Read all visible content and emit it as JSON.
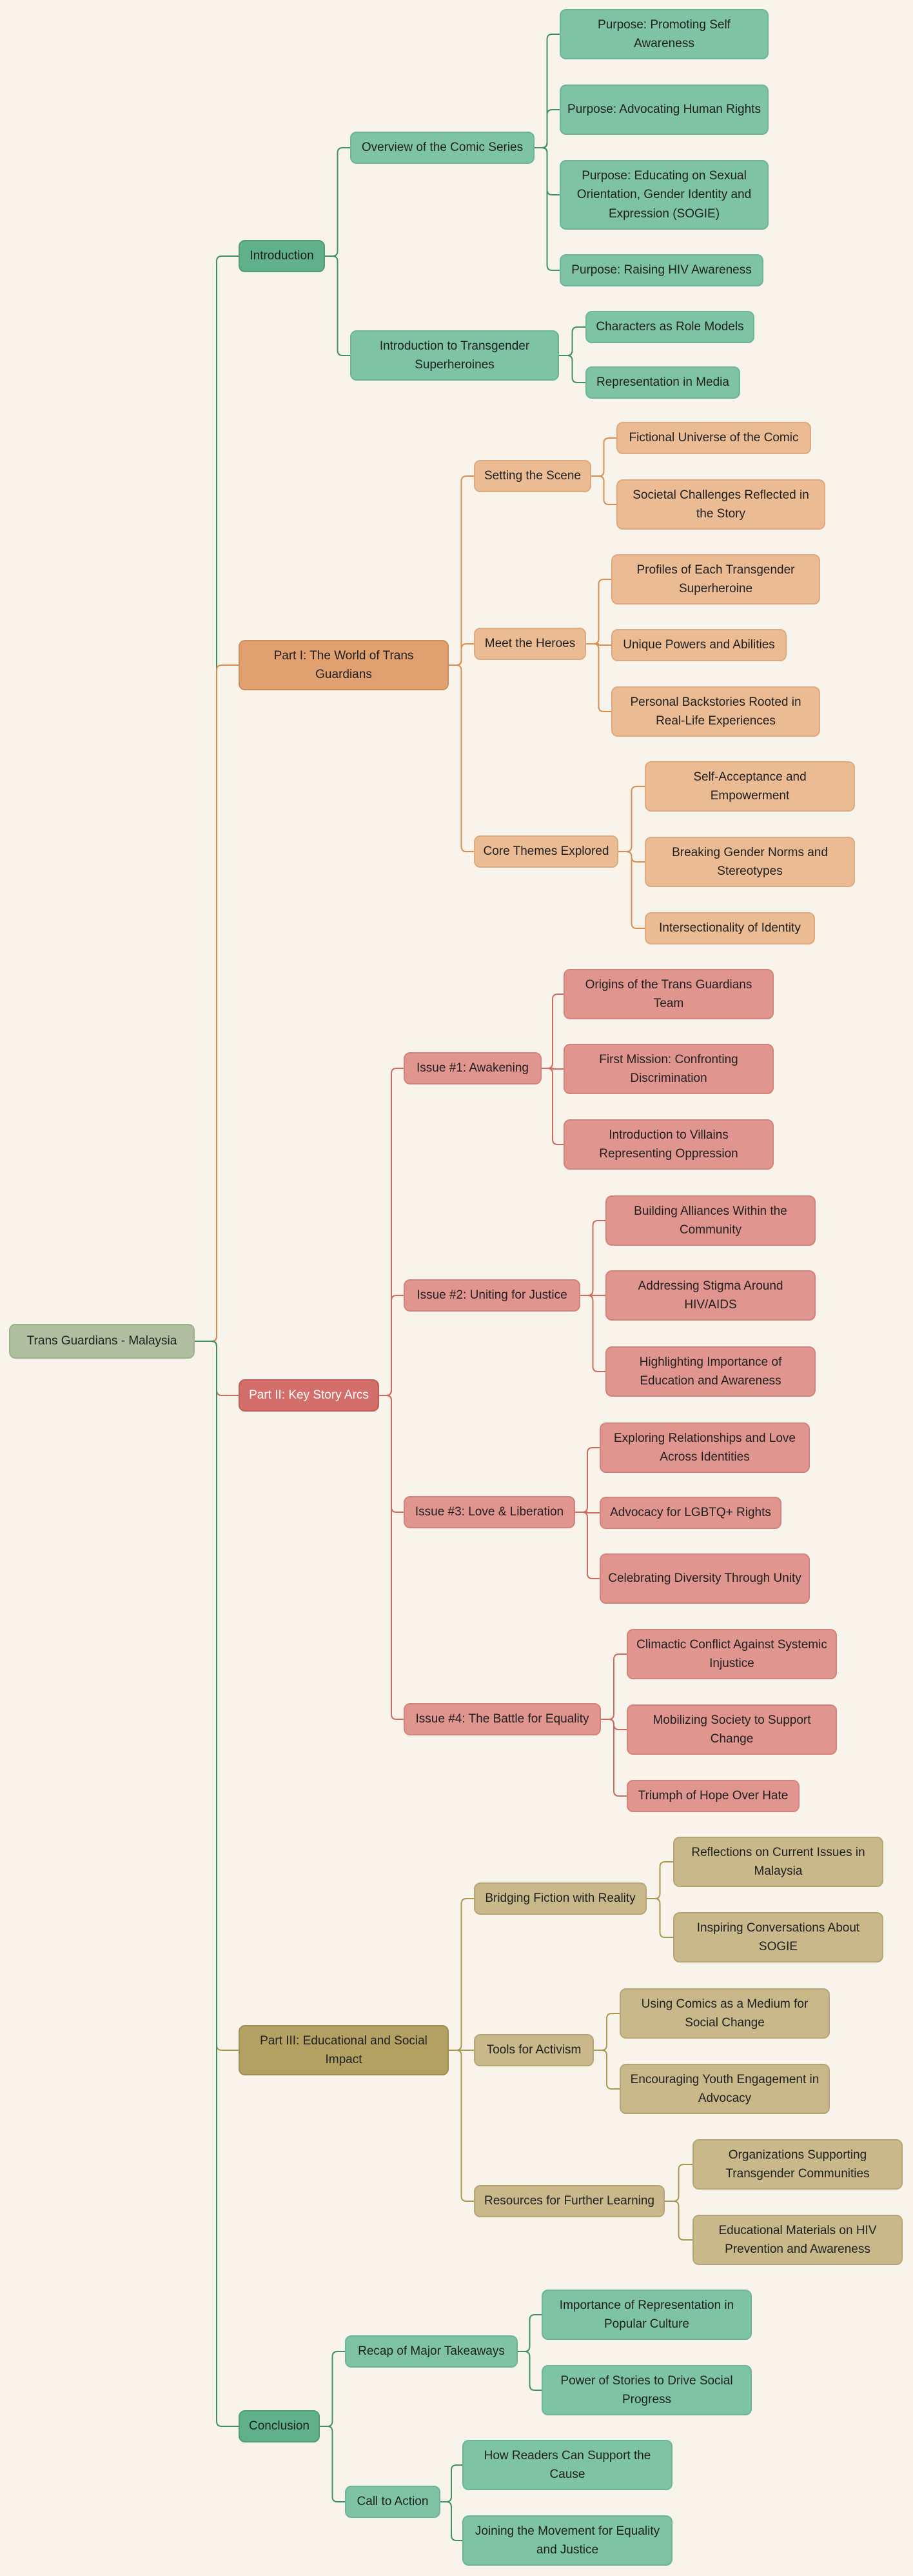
{
  "root": "Trans Guardians - Malaysia",
  "branches": [
    {
      "label": "Introduction",
      "color": "#3f8f67",
      "children": [
        {
          "label": "Overview of the Comic Series",
          "children": [
            "Purpose: Promoting Self Awareness",
            "Purpose: Advocating Human Rights",
            "Purpose: Educating on Sexual Orientation, Gender Identity and Expression (SOGIE)",
            "Purpose: Raising HIV Awareness"
          ]
        },
        {
          "label": "Introduction to Transgender Superheroines",
          "children": [
            "Characters as Role Models",
            "Representation in Media"
          ]
        }
      ]
    },
    {
      "label": "Part I: The World of Trans Guardians",
      "color": "#d98e4f",
      "children": [
        {
          "label": "Setting the Scene",
          "children": [
            "Fictional Universe of the Comic",
            "Societal Challenges Reflected in the Story"
          ]
        },
        {
          "label": "Meet the Heroes",
          "children": [
            "Profiles of Each Transgender Superheroine",
            "Unique Powers and Abilities",
            "Personal Backstories Rooted in Real-Life Experiences"
          ]
        },
        {
          "label": "Core Themes Explored",
          "children": [
            "Self-Acceptance and Empowerment",
            "Breaking Gender Norms and Stereotypes",
            "Intersectionality of Identity"
          ]
        }
      ]
    },
    {
      "label": "Part II: Key Story Arcs",
      "color": "#cc6b5f",
      "children": [
        {
          "label": "Issue #1: Awakening",
          "children": [
            "Origins of the Trans Guardians Team",
            "First Mission: Confronting Discrimination",
            "Introduction to Villains Representing Oppression"
          ]
        },
        {
          "label": "Issue #2: Uniting for Justice",
          "children": [
            "Building Alliances Within the Community",
            "Addressing Stigma Around HIV/AIDS",
            "Highlighting Importance of Education and Awareness"
          ]
        },
        {
          "label": "Issue #3: Love & Liberation",
          "children": [
            "Exploring Relationships and Love Across Identities",
            "Advocacy for LGBTQ+ Rights",
            "Celebrating Diversity Through Unity"
          ]
        },
        {
          "label": "Issue #4: The Battle for Equality",
          "children": [
            "Climactic Conflict Against Systemic Injustice",
            "Mobilizing Society to Support Change",
            "Triumph of Hope Over Hate"
          ]
        }
      ]
    },
    {
      "label": "Part III: Educational and Social Impact",
      "color": "#a8994f",
      "children": [
        {
          "label": "Bridging Fiction with Reality",
          "children": [
            "Reflections on Current Issues in Malaysia",
            "Inspiring Conversations About SOGIE"
          ]
        },
        {
          "label": "Tools for Activism",
          "children": [
            "Using Comics as a Medium for Social Change",
            "Encouraging Youth Engagement in Advocacy"
          ]
        },
        {
          "label": "Resources for Further Learning",
          "children": [
            "Organizations Supporting Transgender Communities",
            "Educational Materials on HIV Prevention and Awareness"
          ]
        }
      ]
    },
    {
      "label": "Conclusion",
      "color": "#3f8f67",
      "children": [
        {
          "label": "Recap of Major Takeaways",
          "children": [
            "Importance of Representation in Popular Culture",
            "Power of Stories to Drive Social Progress"
          ]
        },
        {
          "label": "Call to Action",
          "children": [
            "How Readers Can Support the Cause",
            "Joining the Movement for Equality and Justice"
          ]
        }
      ]
    }
  ]
}
